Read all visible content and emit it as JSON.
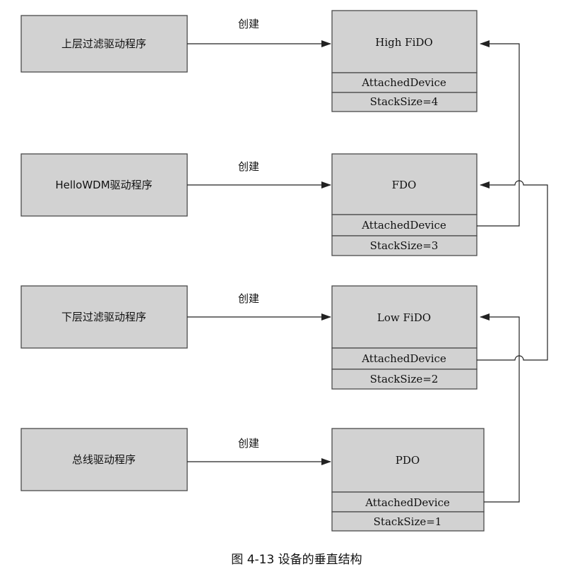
{
  "drivers": [
    {
      "label": "上层过滤驱动程序"
    },
    {
      "label": "HelloWDM驱动程序"
    },
    {
      "label": "下层过滤驱动程序"
    },
    {
      "label": "总线驱动程序"
    }
  ],
  "devices": [
    {
      "name": "High FiDO",
      "field1": "AttachedDevice",
      "field2": "StackSize=4"
    },
    {
      "name": "FDO",
      "field1": "AttachedDevice",
      "field2": "StackSize=3"
    },
    {
      "name": "Low FiDO",
      "field1": "AttachedDevice",
      "field2": "StackSize=2"
    },
    {
      "name": "PDO",
      "field1": "AttachedDevice",
      "field2": "StackSize=1"
    }
  ],
  "create_labels": [
    "创建",
    "创建",
    "创建",
    "创建"
  ],
  "caption": "图 4-13    设备的垂直结构"
}
